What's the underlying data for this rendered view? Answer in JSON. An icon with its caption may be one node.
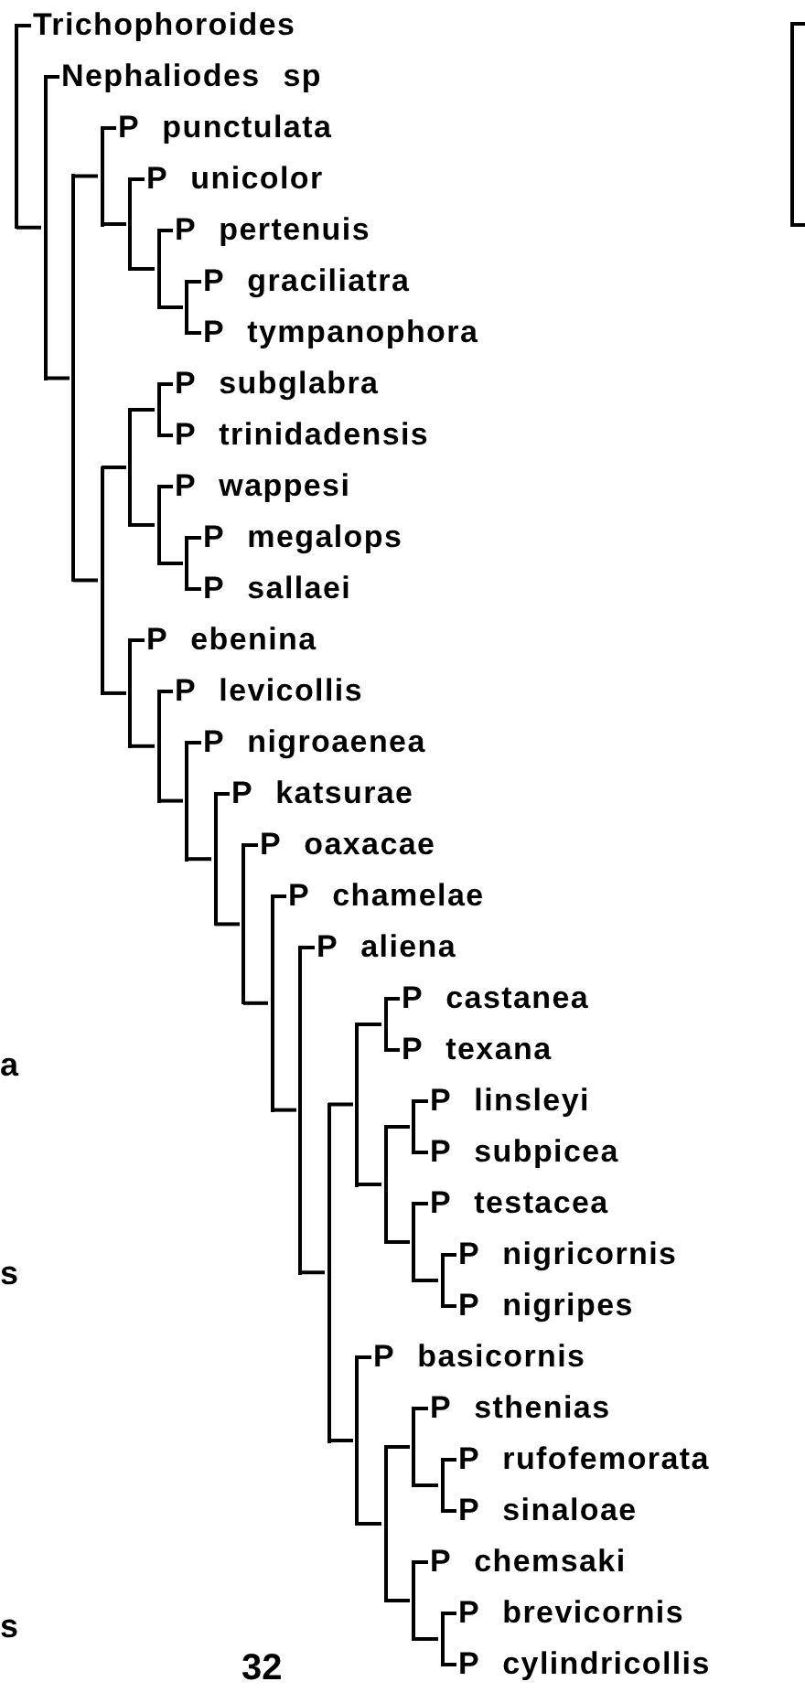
{
  "diagram": {
    "nodes": [
      {
        "text": [
          "Trichophoroides"
        ]
      },
      {
        "text": [
          "Nephaliodes sp"
        ]
      },
      {
        "text": [
          "P punctulata"
        ]
      },
      {
        "text": [
          "P unicolor"
        ]
      },
      {
        "text": [
          "P pertenuis"
        ]
      },
      {
        "text": [
          "P graciliatra"
        ]
      },
      {
        "text": [
          "P tympanophora"
        ]
      },
      {
        "text": [
          "P subglabra"
        ]
      },
      {
        "text": [
          "P trinidadensis"
        ]
      },
      {
        "text": [
          "P wappesi"
        ]
      },
      {
        "text": [
          "P megalops"
        ]
      },
      {
        "text": [
          "P sallaei"
        ]
      },
      {
        "text": [
          "P ebenina"
        ]
      },
      {
        "text": [
          "P levicollis"
        ]
      },
      {
        "text": [
          "P nigroaenea"
        ]
      },
      {
        "text": [
          "P katsurae"
        ]
      },
      {
        "text": [
          "P oaxacae"
        ]
      },
      {
        "text": [
          "P chamelae"
        ]
      },
      {
        "text": [
          "P aliena"
        ]
      },
      {
        "text": [
          "P castanea"
        ]
      },
      {
        "text": [
          "P texana"
        ]
      },
      {
        "text": [
          "P linsleyi"
        ]
      },
      {
        "text": [
          "P subpicea"
        ]
      },
      {
        "text": [
          "P testacea"
        ]
      },
      {
        "text": [
          "P nigricornis"
        ]
      },
      {
        "text": [
          "P nigripes"
        ]
      },
      {
        "text": [
          "P basicornis"
        ]
      },
      {
        "text": [
          "P sthenias"
        ]
      },
      {
        "text": [
          "P rufofemorata"
        ]
      },
      {
        "text": [
          "P sinaloae"
        ]
      },
      {
        "text": [
          "P chemsaki"
        ]
      },
      {
        "text": [
          "P brevicornis"
        ]
      },
      {
        "text": [
          "P cylindricollis"
        ]
      },
      {
        "text": [],
        "shape": "bar"
      },
      {
        "text": [],
        "shape": "bar"
      },
      {
        "text": [],
        "shape": "bar"
      },
      {
        "text": [],
        "shape": "bar"
      },
      {
        "text": [],
        "shape": "bar"
      },
      {
        "text": [],
        "shape": "bar"
      },
      {
        "text": [],
        "shape": "bar"
      },
      {
        "text": [],
        "shape": "bar"
      },
      {
        "text": [],
        "shape": "bar"
      },
      {
        "text": [],
        "shape": "bar"
      },
      {
        "text": [],
        "shape": "bar"
      },
      {
        "text": [],
        "shape": "bar"
      },
      {
        "text": [],
        "shape": "bar"
      },
      {
        "text": [],
        "shape": "bar"
      },
      {
        "text": [],
        "shape": "bar"
      },
      {
        "text": [],
        "shape": "bar"
      },
      {
        "text": [],
        "shape": "bar"
      },
      {
        "text": [],
        "shape": "bar"
      },
      {
        "text": [],
        "shape": "bar"
      },
      {
        "text": [],
        "shape": "bar"
      },
      {
        "text": [],
        "shape": "bar"
      },
      {
        "text": [],
        "shape": "bar"
      },
      {
        "text": [],
        "shape": "bar"
      },
      {
        "text": [],
        "shape": "bar"
      },
      {
        "text": [],
        "shape": "bar"
      },
      {
        "text": [],
        "shape": "bar"
      },
      {
        "text": [],
        "shape": "bar"
      },
      {
        "text": [],
        "shape": "bar"
      },
      {
        "text": [],
        "shape": "bar"
      },
      {
        "text": [],
        "shape": "bar"
      },
      {
        "text": [],
        "shape": "bar"
      },
      {
        "text": [],
        "shape": "bar"
      }
    ],
    "edges": [
      {
        "from": 33,
        "to": 0,
        "arrow": "none"
      },
      {
        "from": 33,
        "to": 34,
        "arrow": "none"
      },
      {
        "from": 34,
        "to": 1,
        "arrow": "none"
      },
      {
        "from": 34,
        "to": 35,
        "arrow": "none"
      },
      {
        "from": 35,
        "to": 36,
        "arrow": "none"
      },
      {
        "from": 35,
        "to": 40,
        "arrow": "none"
      },
      {
        "from": 36,
        "to": 2,
        "arrow": "none"
      },
      {
        "from": 36,
        "to": 37,
        "arrow": "none"
      },
      {
        "from": 37,
        "to": 3,
        "arrow": "none"
      },
      {
        "from": 37,
        "to": 38,
        "arrow": "none"
      },
      {
        "from": 38,
        "to": 4,
        "arrow": "none"
      },
      {
        "from": 38,
        "to": 39,
        "arrow": "none"
      },
      {
        "from": 39,
        "to": 5,
        "arrow": "none"
      },
      {
        "from": 39,
        "to": 6,
        "arrow": "none"
      },
      {
        "from": 40,
        "to": 41,
        "arrow": "none"
      },
      {
        "from": 40,
        "to": 45,
        "arrow": "none"
      },
      {
        "from": 41,
        "to": 42,
        "arrow": "none"
      },
      {
        "from": 41,
        "to": 43,
        "arrow": "none"
      },
      {
        "from": 42,
        "to": 7,
        "arrow": "none"
      },
      {
        "from": 42,
        "to": 8,
        "arrow": "none"
      },
      {
        "from": 43,
        "to": 9,
        "arrow": "none"
      },
      {
        "from": 43,
        "to": 44,
        "arrow": "none"
      },
      {
        "from": 44,
        "to": 10,
        "arrow": "none"
      },
      {
        "from": 44,
        "to": 11,
        "arrow": "none"
      },
      {
        "from": 45,
        "to": 12,
        "arrow": "none"
      },
      {
        "from": 45,
        "to": 46,
        "arrow": "none"
      },
      {
        "from": 46,
        "to": 13,
        "arrow": "none"
      },
      {
        "from": 46,
        "to": 47,
        "arrow": "none"
      },
      {
        "from": 47,
        "to": 14,
        "arrow": "none"
      },
      {
        "from": 47,
        "to": 48,
        "arrow": "none"
      },
      {
        "from": 48,
        "to": 15,
        "arrow": "none"
      },
      {
        "from": 48,
        "to": 49,
        "arrow": "none"
      },
      {
        "from": 49,
        "to": 16,
        "arrow": "none"
      },
      {
        "from": 49,
        "to": 50,
        "arrow": "none"
      },
      {
        "from": 50,
        "to": 17,
        "arrow": "none"
      },
      {
        "from": 50,
        "to": 51,
        "arrow": "none"
      },
      {
        "from": 51,
        "to": 18,
        "arrow": "none"
      },
      {
        "from": 51,
        "to": 52,
        "arrow": "none"
      },
      {
        "from": 52,
        "to": 53,
        "arrow": "none"
      },
      {
        "from": 52,
        "to": 59,
        "arrow": "none"
      },
      {
        "from": 53,
        "to": 54,
        "arrow": "none"
      },
      {
        "from": 53,
        "to": 55,
        "arrow": "none"
      },
      {
        "from": 54,
        "to": 19,
        "arrow": "none"
      },
      {
        "from": 54,
        "to": 20,
        "arrow": "none"
      },
      {
        "from": 55,
        "to": 56,
        "arrow": "none"
      },
      {
        "from": 55,
        "to": 57,
        "arrow": "none"
      },
      {
        "from": 56,
        "to": 21,
        "arrow": "none"
      },
      {
        "from": 56,
        "to": 22,
        "arrow": "none"
      },
      {
        "from": 57,
        "to": 23,
        "arrow": "none"
      },
      {
        "from": 57,
        "to": 58,
        "arrow": "none"
      },
      {
        "from": 58,
        "to": 24,
        "arrow": "none"
      },
      {
        "from": 58,
        "to": 25,
        "arrow": "none"
      },
      {
        "from": 59,
        "to": 26,
        "arrow": "none"
      },
      {
        "from": 59,
        "to": 60,
        "arrow": "none"
      },
      {
        "from": 60,
        "to": 61,
        "arrow": "none"
      },
      {
        "from": 60,
        "to": 63,
        "arrow": "none"
      },
      {
        "from": 61,
        "to": 27,
        "arrow": "none"
      },
      {
        "from": 61,
        "to": 62,
        "arrow": "none"
      },
      {
        "from": 62,
        "to": 28,
        "arrow": "none"
      },
      {
        "from": 62,
        "to": 29,
        "arrow": "none"
      },
      {
        "from": 63,
        "to": 30,
        "arrow": "none"
      },
      {
        "from": 63,
        "to": 64,
        "arrow": "none"
      },
      {
        "from": 64,
        "to": 31,
        "arrow": "none"
      },
      {
        "from": 64,
        "to": 32,
        "arrow": "none"
      }
    ],
    "labels": [
      "a",
      "s",
      "s",
      "32"
    ]
  }
}
